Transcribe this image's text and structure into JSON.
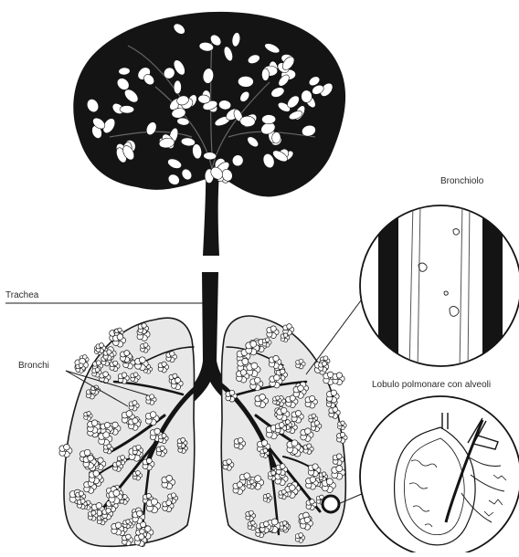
{
  "labels": {
    "trachea": "Trachea",
    "bronchi": "Bronchi",
    "bronchiolo": "Bronchiolo",
    "lobulo": "Lobulo polmonare con alveoli"
  },
  "colors": {
    "ink": "#141414",
    "paper": "#ffffff",
    "shade": "#d9d9d9"
  }
}
